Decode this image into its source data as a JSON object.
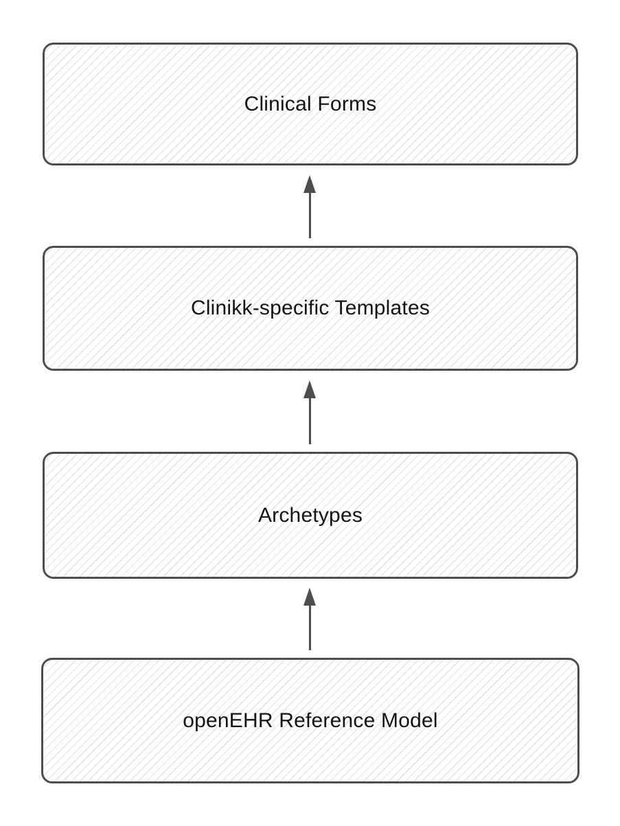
{
  "diagram": {
    "title": "",
    "flow_direction": "bottom-to-top",
    "boxes": [
      {
        "label": "Clinical Forms"
      },
      {
        "label": "Clinikk-specific Templates"
      },
      {
        "label": "Archetypes"
      },
      {
        "label": "openEHR Reference Model"
      }
    ],
    "edges": [
      {
        "from": "openEHR Reference Model",
        "to": "Archetypes",
        "direction": "up"
      },
      {
        "from": "Archetypes",
        "to": "Clinikk-specific Templates",
        "direction": "up"
      },
      {
        "from": "Clinikk-specific Templates",
        "to": "Clinical Forms",
        "direction": "up"
      }
    ],
    "colors": {
      "background": "#ffffff",
      "box_border": "#4d4d4d",
      "box_fill": "#ffffff",
      "hatch_line": "#e7e7e9",
      "arrow": "#4d4d4d",
      "text": "#141414"
    }
  }
}
